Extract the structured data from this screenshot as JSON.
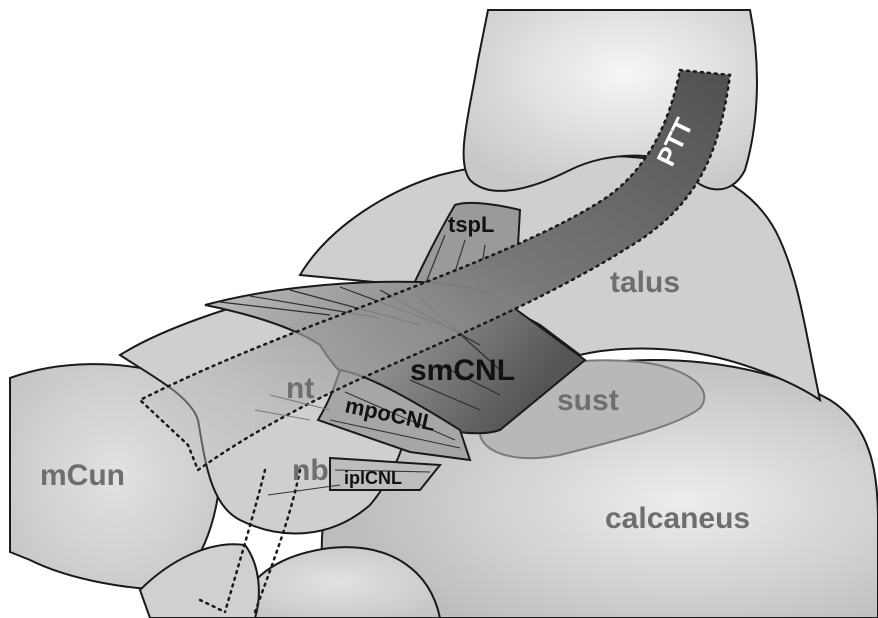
{
  "labels": {
    "ptt": "PTT",
    "tspL": "tspL",
    "talus": "talus",
    "smCNL": "smCNL",
    "nt": "nt",
    "mpoCNL": "mpoCNL",
    "sust": "sust",
    "mCun": "mCun",
    "nb": "nb",
    "iplCNL": "iplCNL",
    "calcaneus": "calcaneus"
  },
  "colors": {
    "bone_light": "#d4d4d4",
    "bone_mid": "#c4c4c4",
    "ligament_dark": "#6a6a6a",
    "tendon_dark": "#5a5a5a",
    "outline": "#1a1a1a"
  }
}
